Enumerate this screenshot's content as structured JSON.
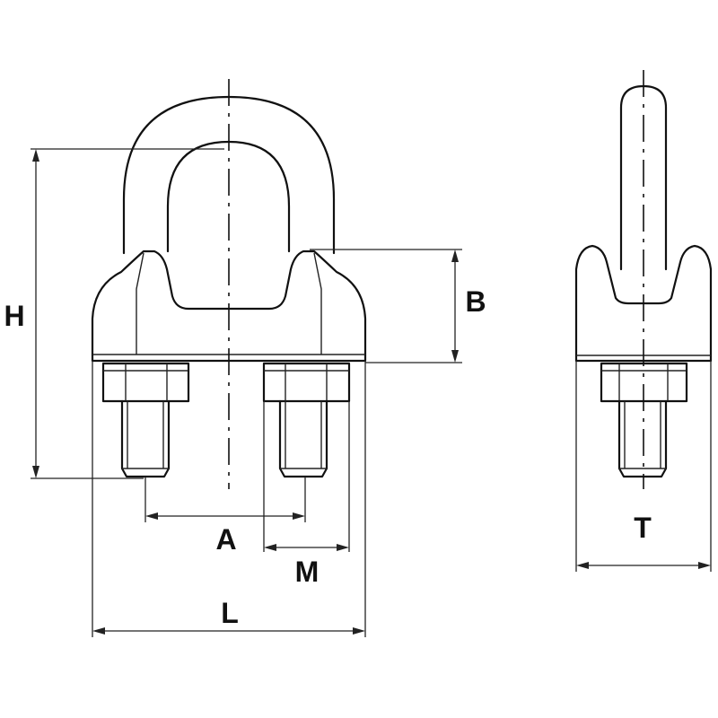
{
  "labels": {
    "H": "H",
    "B": "B",
    "A": "A",
    "M": "M",
    "L": "L",
    "T": "T"
  },
  "colors": {
    "line": "#111111",
    "background": "#ffffff"
  }
}
